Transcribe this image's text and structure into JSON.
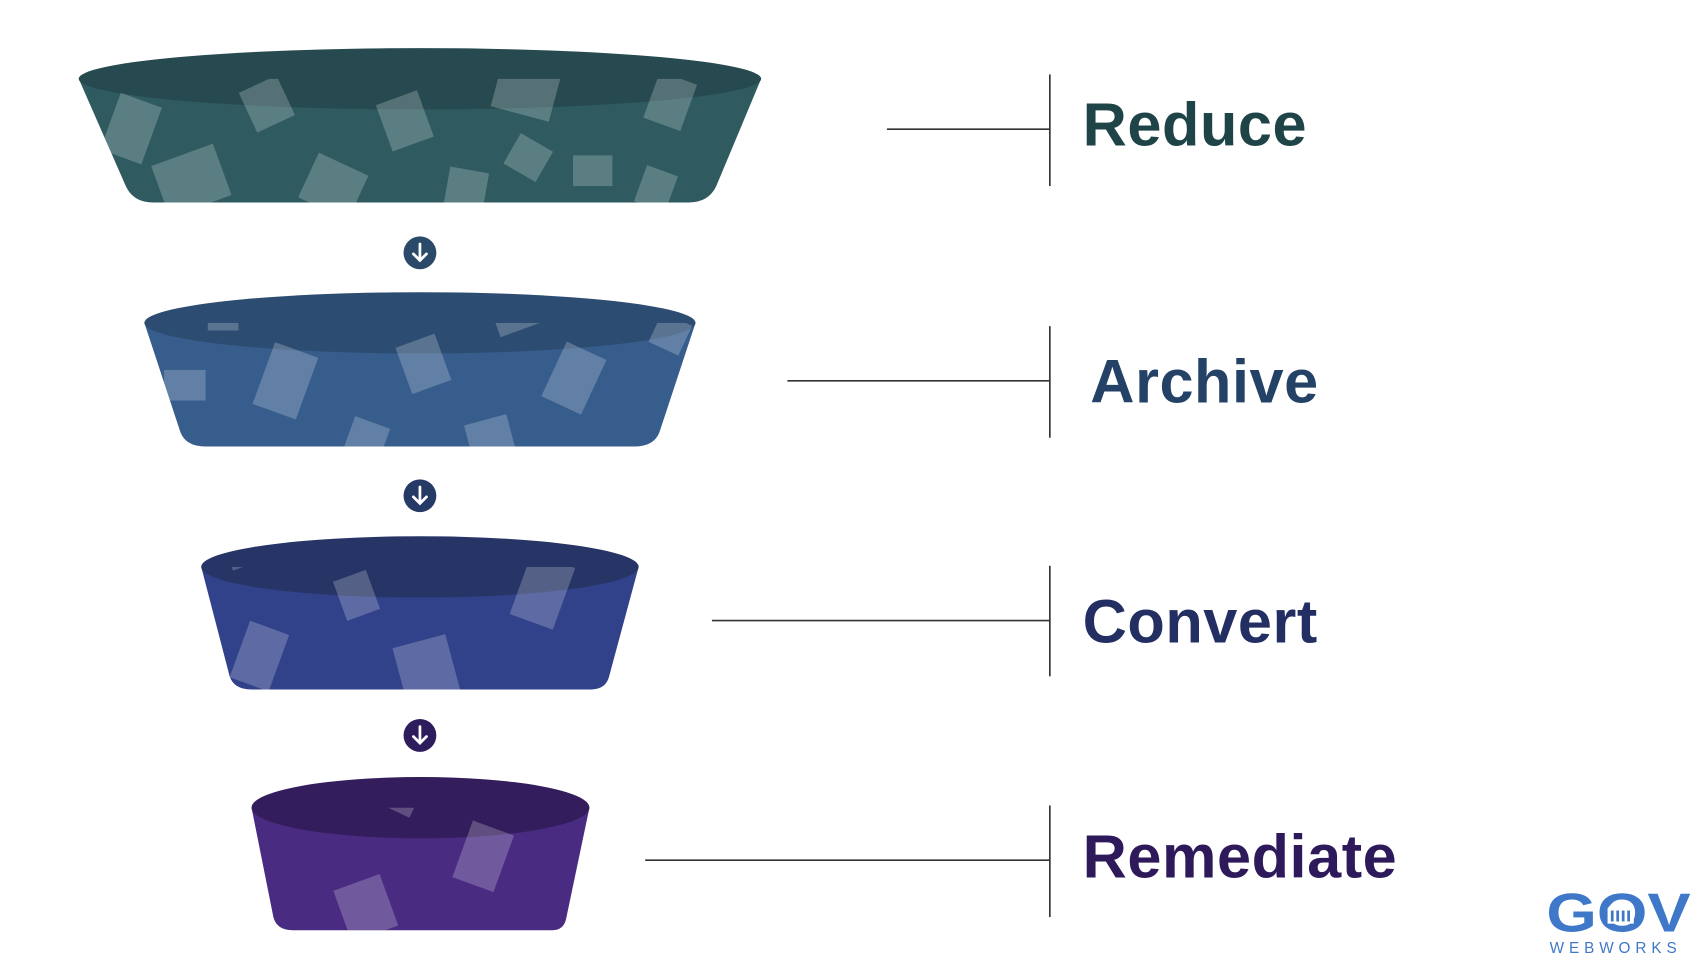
{
  "stages": [
    {
      "label": "Reduce",
      "label_color": "#1f4448",
      "top_color": "#264a4f",
      "body_color": "#2e5a60"
    },
    {
      "label": "Archive",
      "label_color": "#234266",
      "top_color": "#2c4c72",
      "body_color": "#375d8c"
    },
    {
      "label": "Convert",
      "label_color": "#232f63",
      "top_color": "#263466",
      "body_color": "#31418a"
    },
    {
      "label": "Remediate",
      "label_color": "#2e1a5a",
      "top_color": "#331d5c",
      "body_color": "#4a2b82"
    }
  ],
  "arrows": [
    {
      "icon": "arrow-down-icon",
      "color": "#2b4a6a"
    },
    {
      "icon": "arrow-down-icon",
      "color": "#263a66"
    },
    {
      "icon": "arrow-down-icon",
      "color": "#2e1d5c"
    }
  ],
  "logo": {
    "main": "GOV",
    "sub": "WEBWORKS",
    "color": "#3f78c8"
  }
}
